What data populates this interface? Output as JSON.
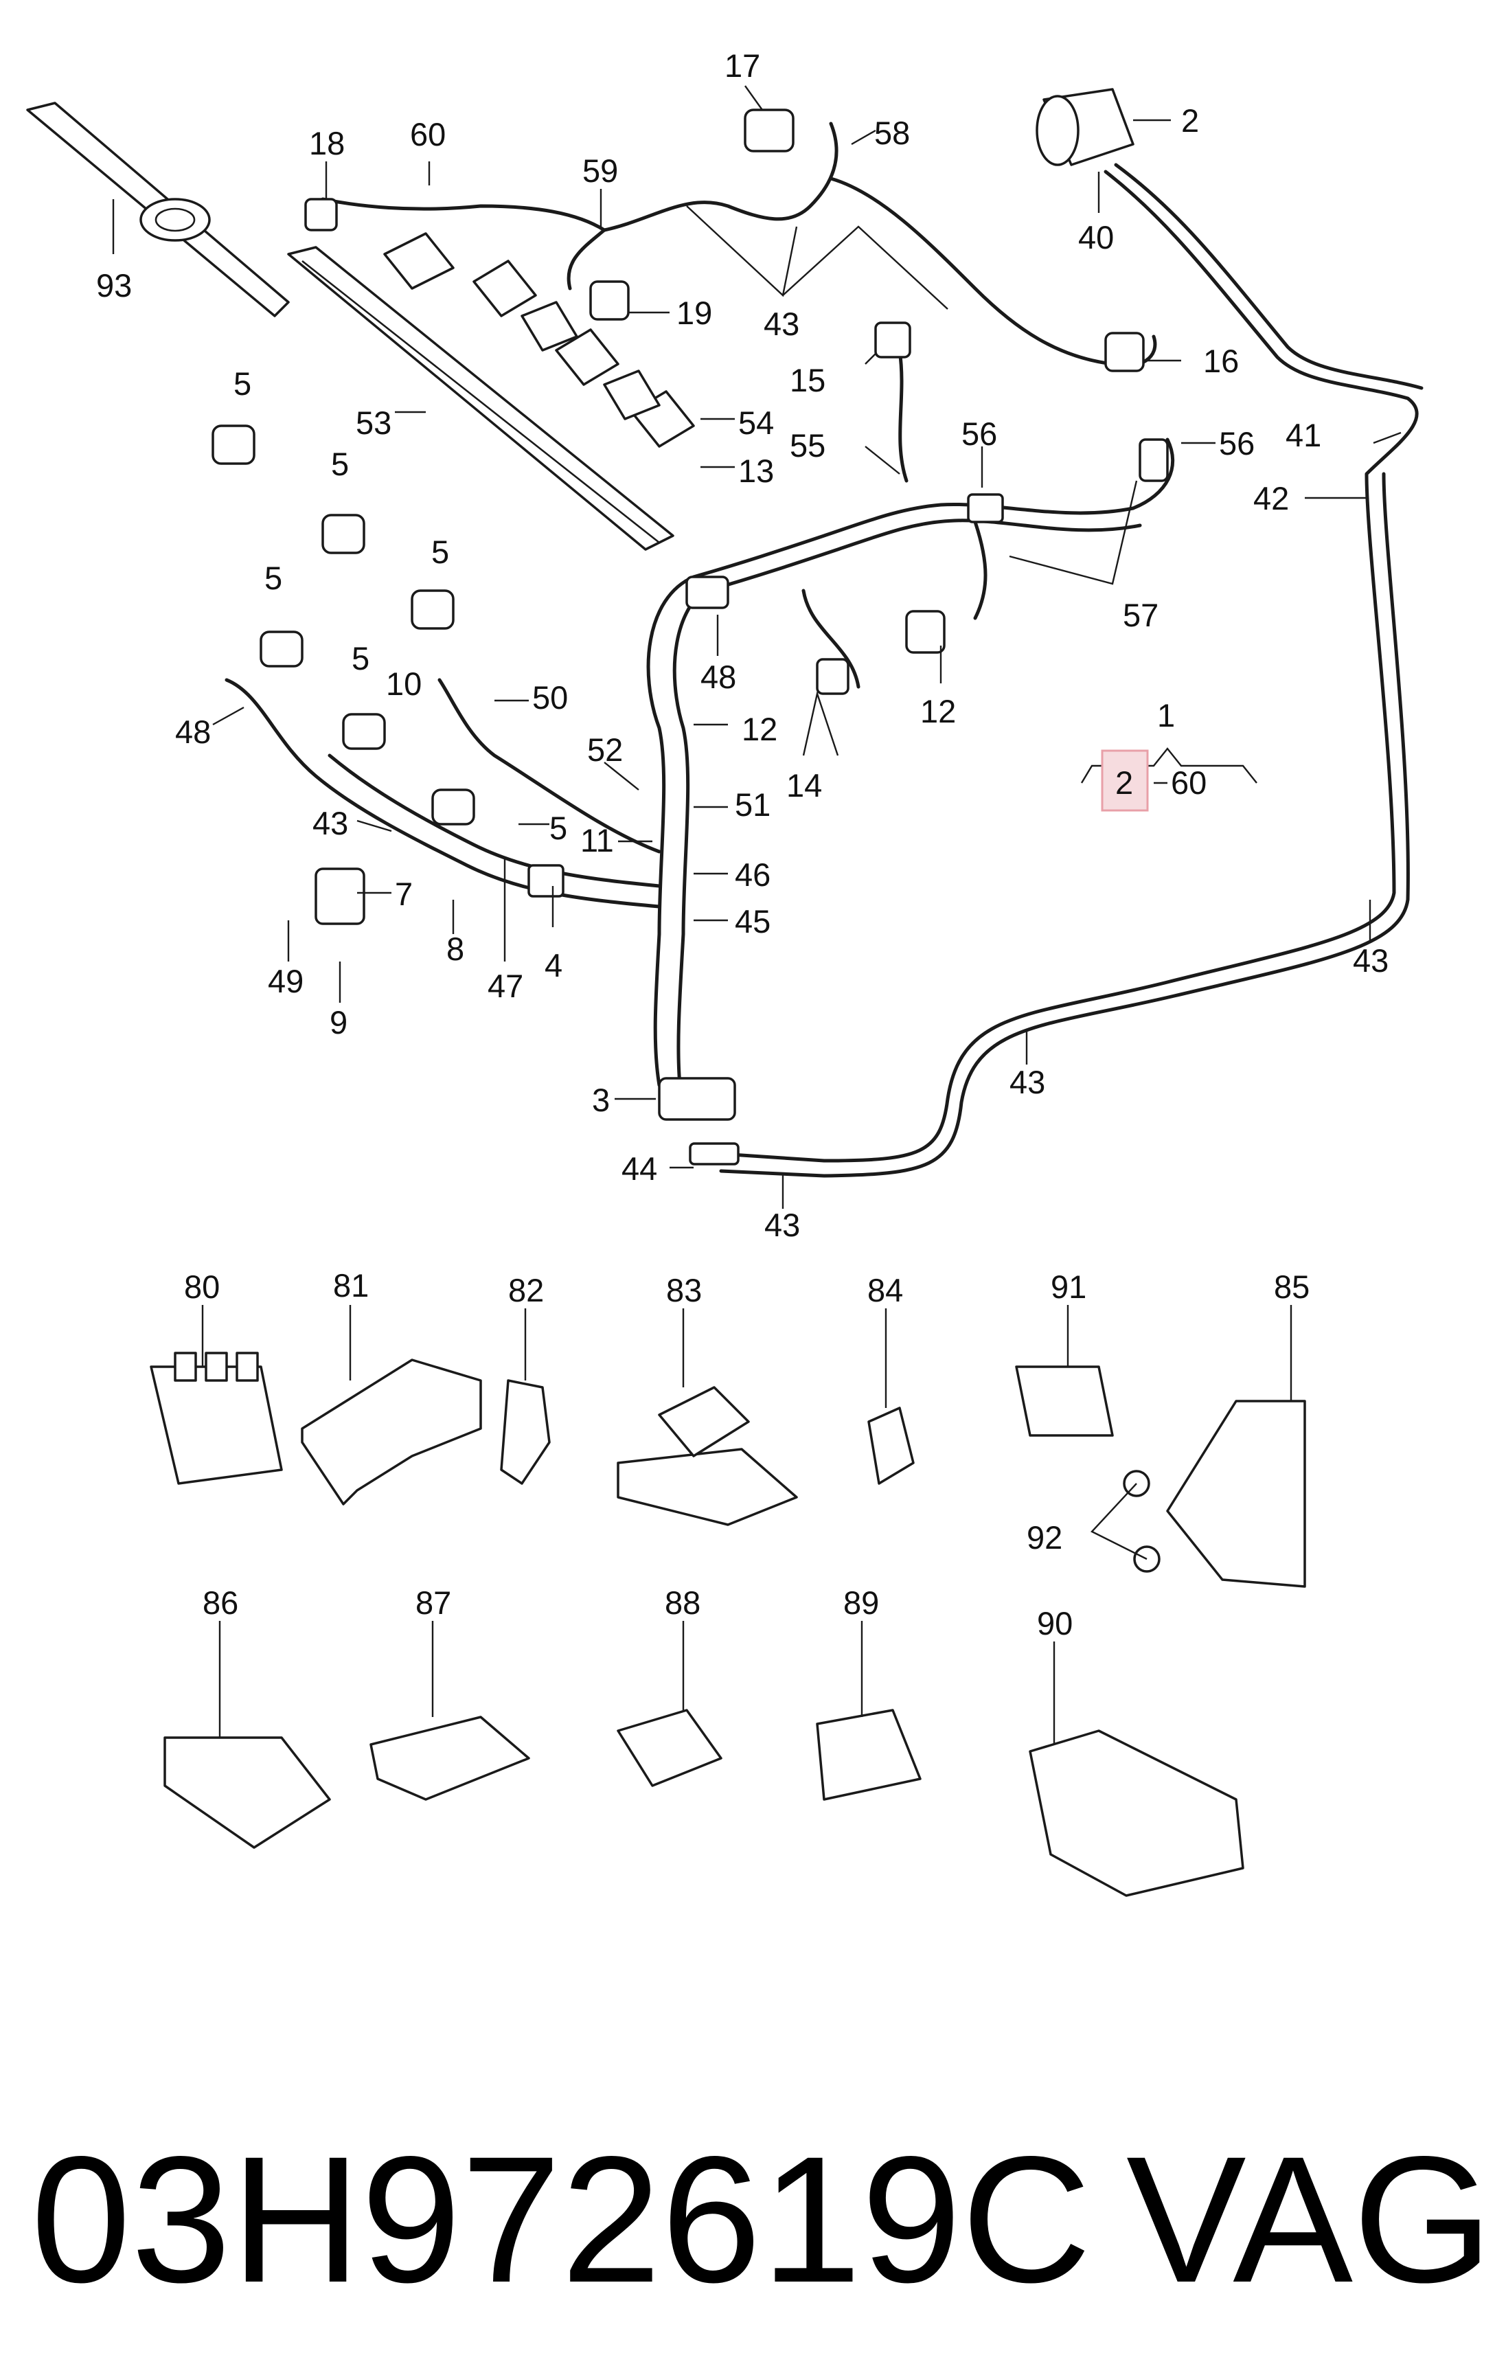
{
  "diagram": {
    "callouts": {
      "c17": "17",
      "c2_top": "2",
      "c40": "40",
      "c18": "18",
      "c60_top": "60",
      "c59": "59",
      "c58": "58",
      "c19": "19",
      "c43_top": "43",
      "c93": "93",
      "c15": "15",
      "c16": "16",
      "c53": "53",
      "c5_a": "5",
      "c5_b": "5",
      "c5_c": "5",
      "c5_d": "5",
      "c5_e": "5",
      "c5_f": "5",
      "c54": "54",
      "c13": "13",
      "c55": "55",
      "c56_a": "56",
      "c56_b": "56",
      "c41": "41",
      "c42": "42",
      "c57": "57",
      "c48_a": "48",
      "c48_b": "48",
      "c10": "10",
      "c50": "50",
      "c12_a": "12",
      "c12_b": "12",
      "c52": "52",
      "c51": "51",
      "c14": "14",
      "c1": "1",
      "c2_mid": "2",
      "c60_mid": "60",
      "c43_left": "43",
      "c11": "11",
      "c46": "46",
      "c7": "7",
      "c45": "45",
      "c8": "8",
      "c47": "47",
      "c4": "4",
      "c49": "49",
      "c9": "9",
      "c43_right": "43",
      "c43_mid": "43",
      "c3": "3",
      "c44": "44",
      "c43_bottom": "43",
      "c80": "80",
      "c81": "81",
      "c82": "82",
      "c83": "83",
      "c84": "84",
      "c91": "91",
      "c85": "85",
      "c92": "92",
      "c86": "86",
      "c87": "87",
      "c88": "88",
      "c89": "89",
      "c90": "90"
    },
    "highlight_color": "#e8a0a8"
  },
  "caption": {
    "part_number": "03H972619C",
    "brand": "VAG"
  }
}
